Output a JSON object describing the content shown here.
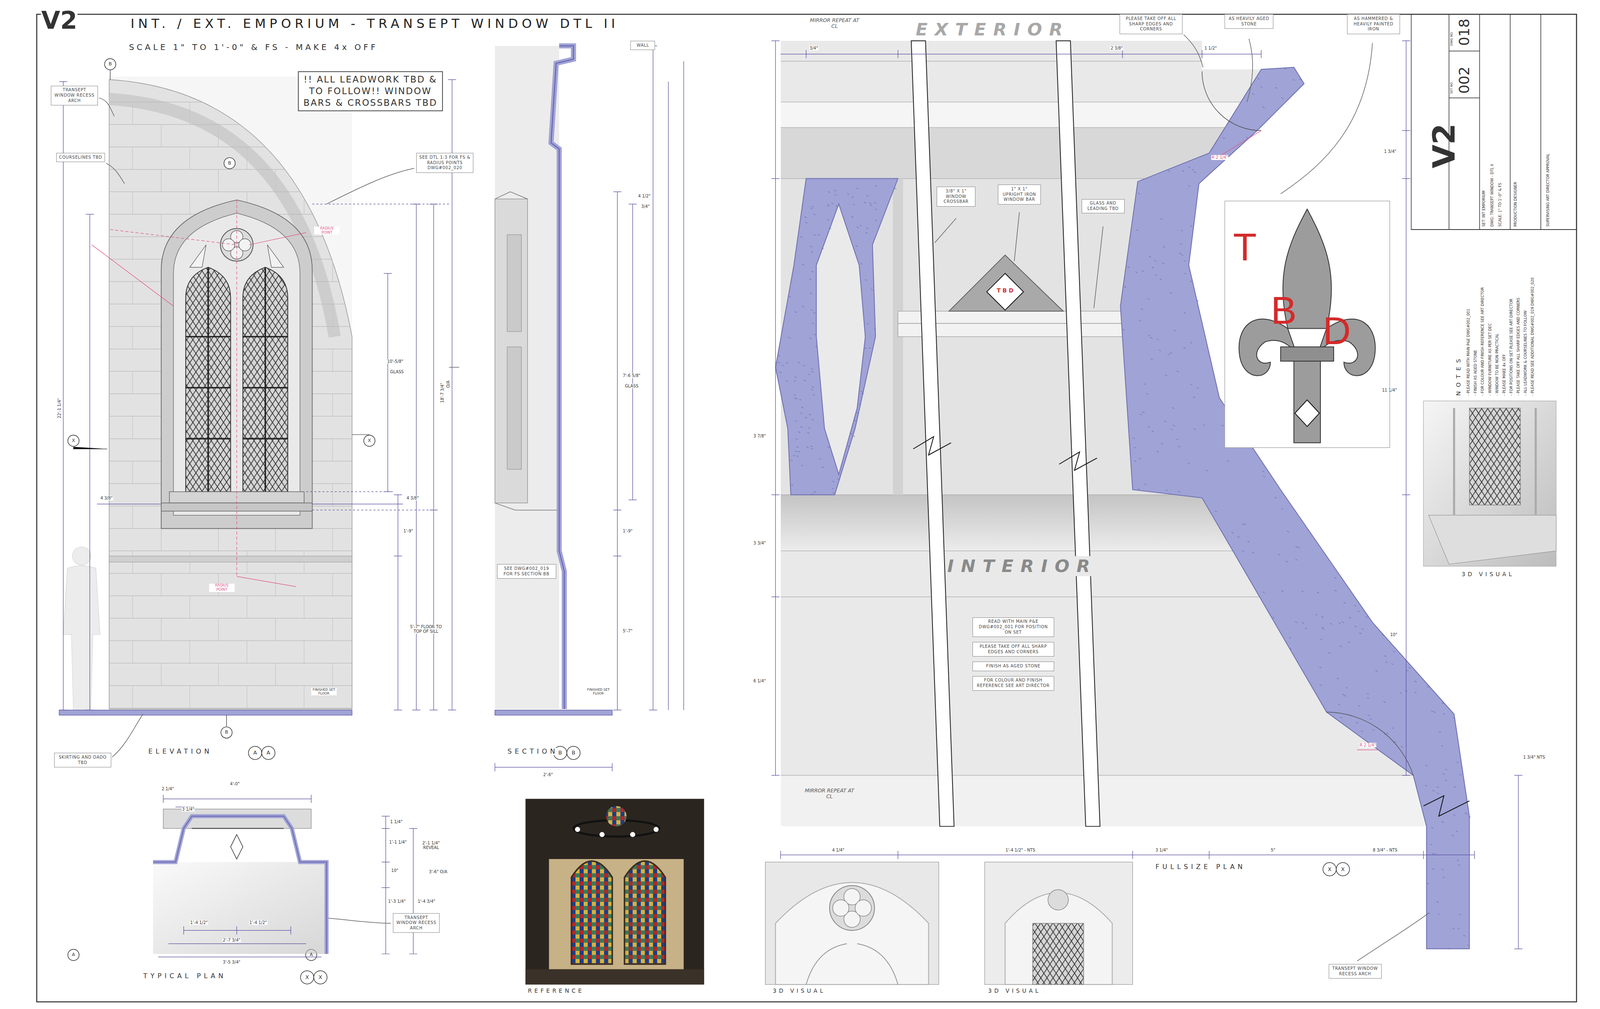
{
  "diagram": {
    "title": "INT. / EXT. EMPORIUM - TRANSEPT WINDOW DTL II",
    "nodes": [
      {
        "text": [
          "!! ALL LEADWORK TBD & TO FOLLOW!! WINDOW BARS & CROSSBARS TBD"
        ]
      },
      {
        "text": [
          "TRANSEPT WINDOW RECESS ARCH"
        ]
      },
      {
        "text": [
          "COURSELINES TBD"
        ]
      },
      {
        "text": [
          "SEE DTL 1:3 FOR FS & RADIUS POINTS DWG#002_020"
        ]
      },
      {
        "text": [
          "SKIRTING AND DADO TBD"
        ]
      },
      {
        "text": [
          "SEE DWG#002_019 FOR FS SECTION BB"
        ]
      },
      {
        "text": [
          "WALL"
        ]
      },
      {
        "text": [
          "TRANSEPT WINDOW RECESS ARCH"
        ]
      },
      {
        "text": [
          "PLEASE TAKE OFF ALL SHARP EDGES AND CORNERS"
        ]
      },
      {
        "text": [
          "AS HEAVILY AGED STONE"
        ]
      },
      {
        "text": [
          "AS HAMMERED & HEAVILY PAINTED IRON"
        ]
      },
      {
        "text": [
          "3/8\" X 1\" WINDOW CROSSBAR"
        ]
      },
      {
        "text": [
          "1\" X 1\" UPRIGHT IRON WINDOW BAR"
        ]
      },
      {
        "text": [
          "GLASS AND LEADING TBD"
        ]
      },
      {
        "text": [
          "READ WITH MAIN P&E DWG#002_001 FOR POSITION ON SET"
        ]
      },
      {
        "text": [
          "PLEASE TAKE OFF ALL SHARP EDGES AND CORNERS"
        ]
      },
      {
        "text": [
          "FINISH AS AGED STONE"
        ]
      },
      {
        "text": [
          "FOR COLOUR AND FINISH REFERENCE SEE ART DIRECTOR"
        ]
      },
      {
        "text": [
          "TRANSEPT WINDOW RECESS ARCH"
        ]
      },
      {
        "text": [
          "T",
          "B",
          "D"
        ]
      },
      {
        "text": [
          "T B D"
        ]
      }
    ],
    "labels": [
      "V2",
      "SCALE 1\" TO 1'-0\" & FS - MAKE 4x OFF",
      "ELEVATION",
      "A",
      "A",
      "SECTION",
      "B",
      "B",
      "TYPICAL PLAN",
      "X",
      "X",
      "REFERENCE",
      "3D VISUAL",
      "3D VISUAL",
      "3D VISUAL",
      "FULLSIZE PLAN",
      "X",
      "X",
      "EXTERIOR",
      "INTERIOR",
      "MIRROR REPEAT AT CL",
      "MIRROR REPEAT AT CL",
      "B",
      "B",
      "X",
      "X",
      "B",
      "A",
      "A",
      "FINISHED SET FLOOR",
      "FINISHED SET FLOOR",
      "5'-7\" FLOOR TO TOP OF SILL",
      "1'-9\"",
      "4 3/8\"",
      "18'-7 3/4\"",
      "O/A",
      "10'-5/8\"",
      "GLASS",
      "RADIUS POINT",
      "RADIUS POINT",
      "22'-1 1/4\"",
      "4 3/8\"",
      "7'-6 5/8\"",
      "GLASS",
      "5'-7\"",
      "1'-9\"",
      "4 1/2\"",
      "3/4\"",
      "2'-6\"",
      "4'-0\"",
      "2 1/4\"",
      "3 1/4\"",
      "1 1/4\"",
      "1'-1 1/4\"",
      "10\"",
      "1'-3 1/4\"",
      "2'-1 1/4\" REVEAL",
      "3'-6\" O/A",
      "1'-4 3/4\"",
      "1'-4 1/2\"",
      "1'-4 1/2\"",
      "2'-7 3/4\"",
      "3'-5 3/4\"",
      "3/4\"",
      "2 3/8\"",
      "1 1/2\"",
      "R 2 1/4\"",
      "1 3/4\"",
      "11 1/4\"",
      "10\"",
      "3 7/8\"",
      "3 3/4\"",
      "6 1/4\"",
      "4 1/4\"",
      "1'-4 1/2\" - NTS",
      "3 1/4\"",
      "5\"",
      "8 3/4\" - NTS",
      "1 3/4\" NTS",
      "R 2 1/4\"",
      "N O T E S",
      "- PLEASE READ WITH MAIN P&E DWG#002_001",
      "- FINISH AS AGED STONE",
      "- FOR COLOUR AND FINISH REFERENCE SEE ART DIRECTOR",
      "- WINDOW FURNITURE AS PER SET DEC",
      "- WINDOW TO BE NON PRACTICAL",
      "- PLEASE MAKE 4x OFF",
      "- FOR POSITIONS ON SET PLEASE SEE ART DIRECTOR",
      "- PLEASE TAKE OFF ALL SHARP EDGES AND CORNERS",
      "- ALL LEADWORK & COURSELINES TO FOLLOW",
      "- PLEASE READ SEE ADDITIONAL DWG#002_019 DWG#002_020",
      "V2",
      "SET NO.",
      "002",
      "DWG NO.",
      "018",
      "SET: INT EMPORIUM",
      "DWG: TRANSEPT WINDOW - DTL II",
      "SCALE: 1\" TO 1'-0\" & FS",
      "PRODUCTION DESIGNER",
      "SUPERVISING ART DIRECTOR APPROVAL"
    ]
  }
}
